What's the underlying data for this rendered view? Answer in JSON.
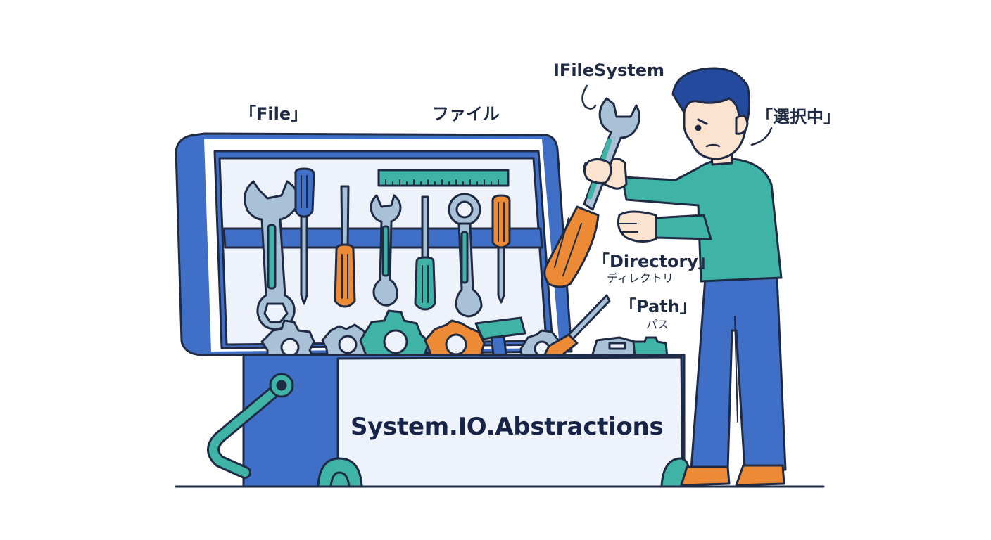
{
  "labels": {
    "file_en": "「File」",
    "file_ja": "ファイル",
    "ifilesystem": "IFileSystem",
    "selected": "「選択中」",
    "directory_en": "「Directory」",
    "directory_ja": "ディレクトリ",
    "path_en": "「Path」",
    "path_ja": "パス",
    "toolbox_title": "System.IO.Abstractions"
  },
  "colors": {
    "outline": "#1f2a44",
    "blue": "#3f6fc6",
    "light_blue_panel": "#eef3fb",
    "teal": "#3fb4a6",
    "orange": "#ec8a36",
    "steel": "#a9c1d6"
  }
}
